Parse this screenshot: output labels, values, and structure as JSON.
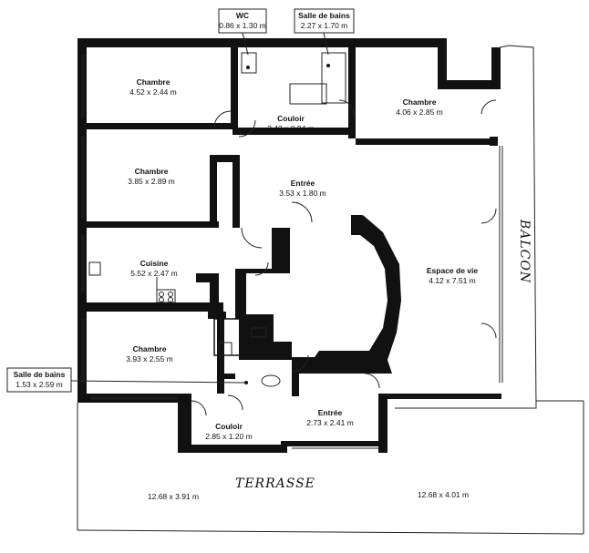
{
  "plan": {
    "colors": {
      "wall": "#111111",
      "line": "#222222",
      "background": "#ffffff"
    },
    "rooms": [
      {
        "name": "Chambre",
        "dims": "4.52 x 2.44 m"
      },
      {
        "name": "Couloir",
        "dims": "3.43 x 0.94 m"
      },
      {
        "name": "Chambre",
        "dims": "4.06 x 2.85 m"
      },
      {
        "name": "Chambre",
        "dims": "3.85 x 2.89 m"
      },
      {
        "name": "Entrée",
        "dims": "3.53 x 1.80 m"
      },
      {
        "name": "Cuisine",
        "dims": "5.52 x 2.47 m"
      },
      {
        "name": "Espace de vie",
        "dims": "4.12 x 7.51 m"
      },
      {
        "name": "Chambre",
        "dims": "3.93 x 2.55 m"
      },
      {
        "name": "Entrée",
        "dims": "2.73 x 2.41 m"
      },
      {
        "name": "Couloir",
        "dims": "2.85 x 1.20 m"
      }
    ],
    "callouts": [
      {
        "name": "WC",
        "dims": "0.86 x 1.30 m"
      },
      {
        "name": "Salle de bains",
        "dims": "2.27 x 1.70 m"
      },
      {
        "name": "Salle de bains",
        "dims": "1.53 x 2.59 m"
      }
    ],
    "terrace": {
      "label": "TERRASSE",
      "dims_left": "12.68 x 3.91 m",
      "dims_right": "12.68 x 4.01 m"
    },
    "balcony": {
      "label": "BALCON"
    }
  }
}
